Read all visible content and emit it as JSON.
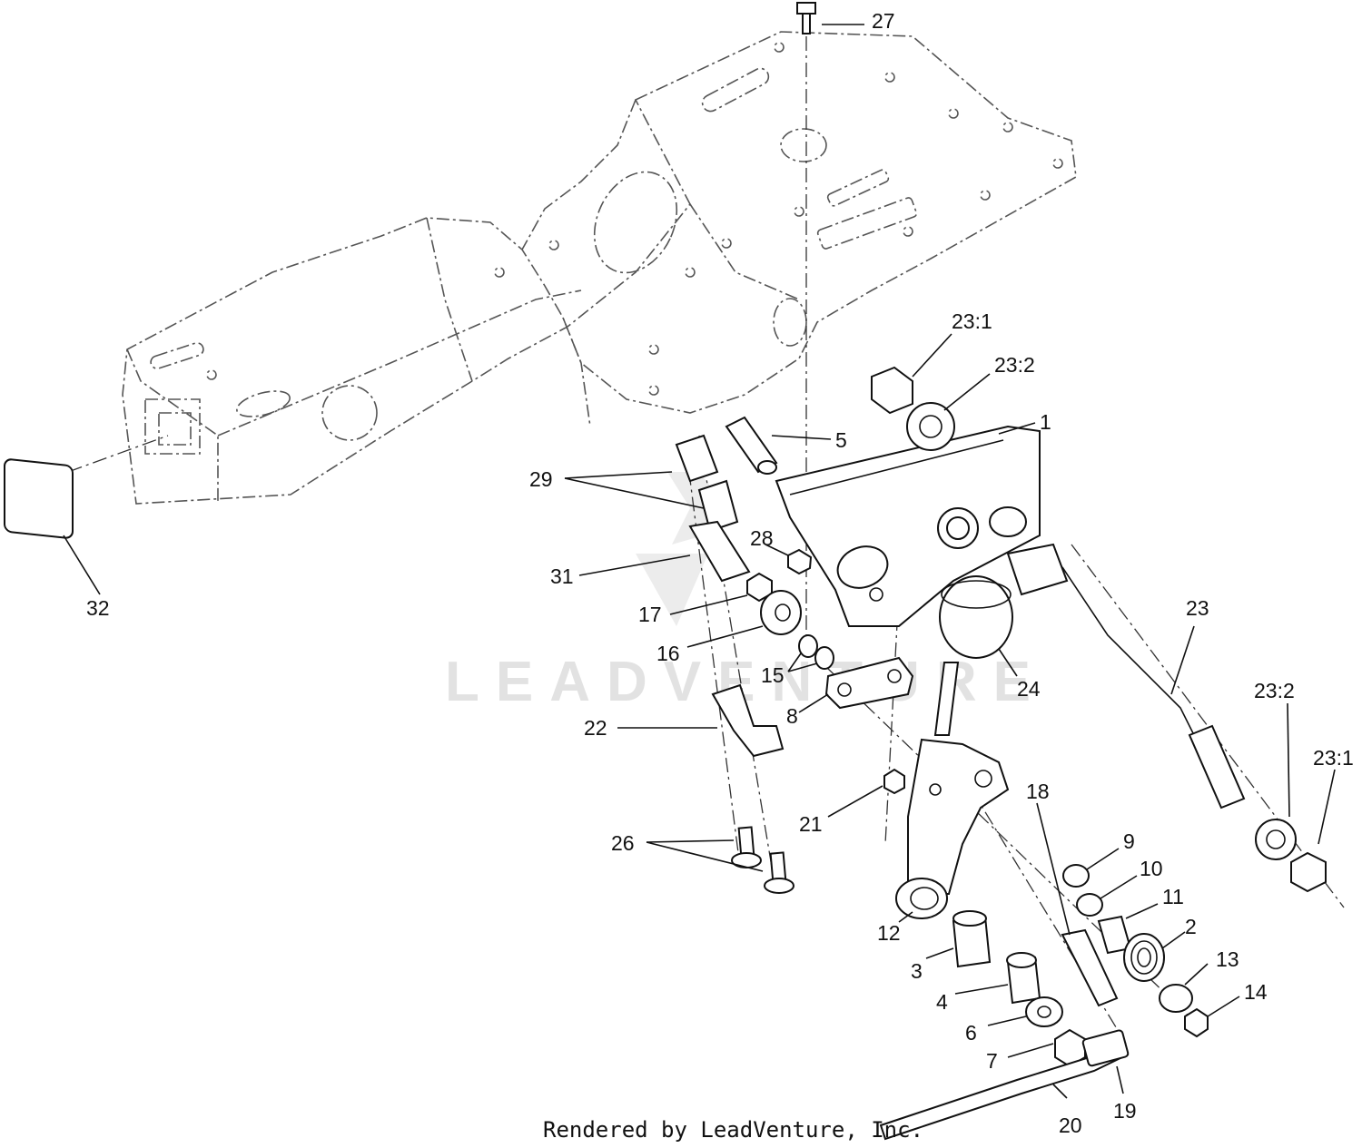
{
  "diagram": {
    "credit": "Rendered by LeadVenture, Inc.",
    "watermark": "LEADVENTURE",
    "callouts": [
      {
        "id": "c27",
        "text": "27"
      },
      {
        "id": "c23-1a",
        "text": "23:1"
      },
      {
        "id": "c23-2a",
        "text": "23:2"
      },
      {
        "id": "c1",
        "text": "1"
      },
      {
        "id": "c5",
        "text": "5"
      },
      {
        "id": "c29",
        "text": "29"
      },
      {
        "id": "c28",
        "text": "28"
      },
      {
        "id": "c31",
        "text": "31"
      },
      {
        "id": "c17",
        "text": "17"
      },
      {
        "id": "c16",
        "text": "16"
      },
      {
        "id": "c15",
        "text": "15"
      },
      {
        "id": "c8",
        "text": "8"
      },
      {
        "id": "c24",
        "text": "24"
      },
      {
        "id": "c23",
        "text": "23"
      },
      {
        "id": "c32",
        "text": "32"
      },
      {
        "id": "c22",
        "text": "22"
      },
      {
        "id": "c21",
        "text": "21"
      },
      {
        "id": "c18",
        "text": "18"
      },
      {
        "id": "c23-2b",
        "text": "23:2"
      },
      {
        "id": "c23-1b",
        "text": "23:1"
      },
      {
        "id": "c26",
        "text": "26"
      },
      {
        "id": "c9",
        "text": "9"
      },
      {
        "id": "c10",
        "text": "10"
      },
      {
        "id": "c11",
        "text": "11"
      },
      {
        "id": "c12",
        "text": "12"
      },
      {
        "id": "c3",
        "text": "3"
      },
      {
        "id": "c2",
        "text": "2"
      },
      {
        "id": "c13",
        "text": "13"
      },
      {
        "id": "c14",
        "text": "14"
      },
      {
        "id": "c4",
        "text": "4"
      },
      {
        "id": "c6",
        "text": "6"
      },
      {
        "id": "c7",
        "text": "7"
      },
      {
        "id": "c20",
        "text": "20"
      },
      {
        "id": "c19",
        "text": "19"
      }
    ]
  }
}
